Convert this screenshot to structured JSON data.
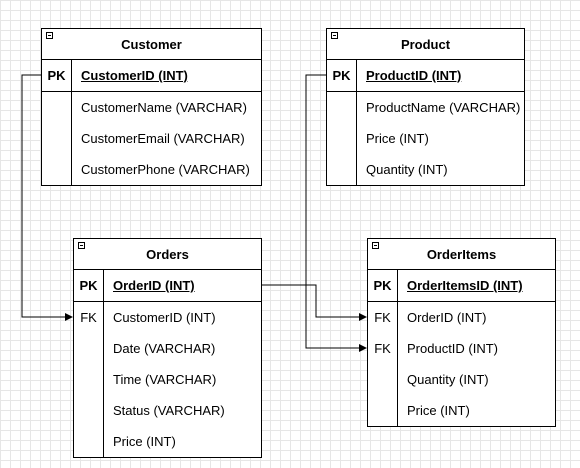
{
  "tables": {
    "customer": {
      "title": "Customer",
      "rows": [
        {
          "key": "PK",
          "field": "CustomerID (INT)"
        },
        {
          "key": "",
          "field": "CustomerName (VARCHAR)"
        },
        {
          "key": "",
          "field": "CustomerEmail (VARCHAR)"
        },
        {
          "key": "",
          "field": "CustomerPhone (VARCHAR)"
        }
      ]
    },
    "product": {
      "title": "Product",
      "rows": [
        {
          "key": "PK",
          "field": "ProductID (INT)"
        },
        {
          "key": "",
          "field": "ProductName (VARCHAR)"
        },
        {
          "key": "",
          "field": "Price (INT)"
        },
        {
          "key": "",
          "field": "Quantity (INT)"
        }
      ]
    },
    "orders": {
      "title": "Orders",
      "rows": [
        {
          "key": "PK",
          "field": "OrderID (INT)"
        },
        {
          "key": "FK",
          "field": "CustomerID (INT)"
        },
        {
          "key": "",
          "field": "Date (VARCHAR)"
        },
        {
          "key": "",
          "field": "Time (VARCHAR)"
        },
        {
          "key": "",
          "field": "Status (VARCHAR)"
        },
        {
          "key": "",
          "field": "Price (INT)"
        }
      ]
    },
    "orderitems": {
      "title": "OrderItems",
      "rows": [
        {
          "key": "PK",
          "field": "OrderItemsID (INT)"
        },
        {
          "key": "FK",
          "field": "OrderID (INT)"
        },
        {
          "key": "FK",
          "field": "ProductID (INT)"
        },
        {
          "key": "",
          "field": "Quantity (INT)"
        },
        {
          "key": "",
          "field": "Price (INT)"
        }
      ]
    }
  },
  "relationships": [
    {
      "from": "Customer.CustomerID",
      "to": "Orders.CustomerID"
    },
    {
      "from": "Orders.OrderID",
      "to": "OrderItems.OrderID"
    },
    {
      "from": "Product.ProductID",
      "to": "OrderItems.ProductID"
    }
  ]
}
